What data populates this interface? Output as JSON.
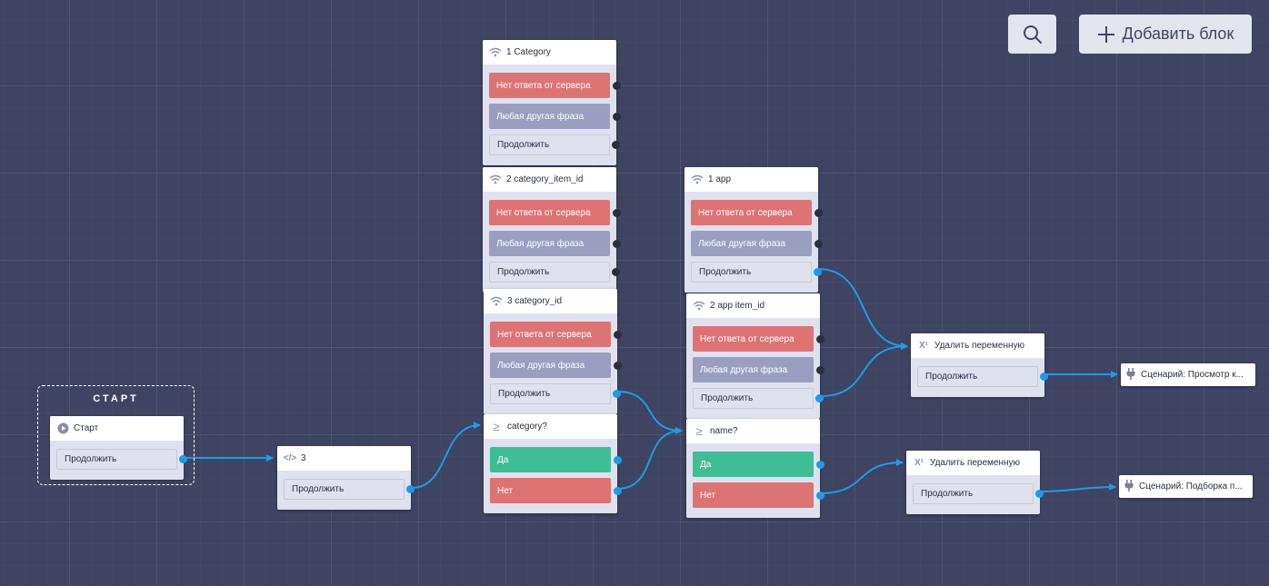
{
  "toolbar": {
    "add_block_label": "Добавить блок"
  },
  "start": {
    "frame_title": "СТАРТ",
    "node_title": "Старт",
    "continue_label": "Продолжить"
  },
  "code_node": {
    "title": "3",
    "continue_label": "Продолжить"
  },
  "request_nodes": [
    {
      "title": "1 Category",
      "no_response": "Нет ответа от сервера",
      "any_phrase": "Любая другая фраза",
      "continue": "Продолжить"
    },
    {
      "title": "2 category_item_id",
      "no_response": "Нет ответа от сервера",
      "any_phrase": "Любая другая фраза",
      "continue": "Продолжить"
    },
    {
      "title": "3 category_id",
      "no_response": "Нет ответа от сервера",
      "any_phrase": "Любая другая фраза",
      "continue": "Продолжить"
    },
    {
      "title": "1 app",
      "no_response": "Нет ответа от сервера",
      "any_phrase": "Любая другая фраза",
      "continue": "Продолжить"
    },
    {
      "title": "2 app item_id",
      "no_response": "Нет ответа от сервера",
      "any_phrase": "Любая другая фраза",
      "continue": "Продолжить"
    }
  ],
  "condition_nodes": [
    {
      "title": "category?",
      "yes": "Да",
      "no": "Нет"
    },
    {
      "title": "name?",
      "yes": "Да",
      "no": "Нет"
    }
  ],
  "delete_var_nodes": [
    {
      "icon_text": "X¹",
      "title": "Удалить переменную",
      "continue": "Продолжить"
    },
    {
      "icon_text": "X¹",
      "title": "Удалить переменную",
      "continue": "Продолжить"
    }
  ],
  "scenario_nodes": [
    {
      "title": "Сценарий: Просмотр к..."
    },
    {
      "title": "Сценарий: Подборка п..."
    }
  ],
  "colors": {
    "background": "#3e4461",
    "wire": "#1e9be8",
    "row_red": "#de7373",
    "row_grey": "#9a9fbf",
    "row_green": "#3ebe94",
    "node_body": "#dfe1ef"
  }
}
